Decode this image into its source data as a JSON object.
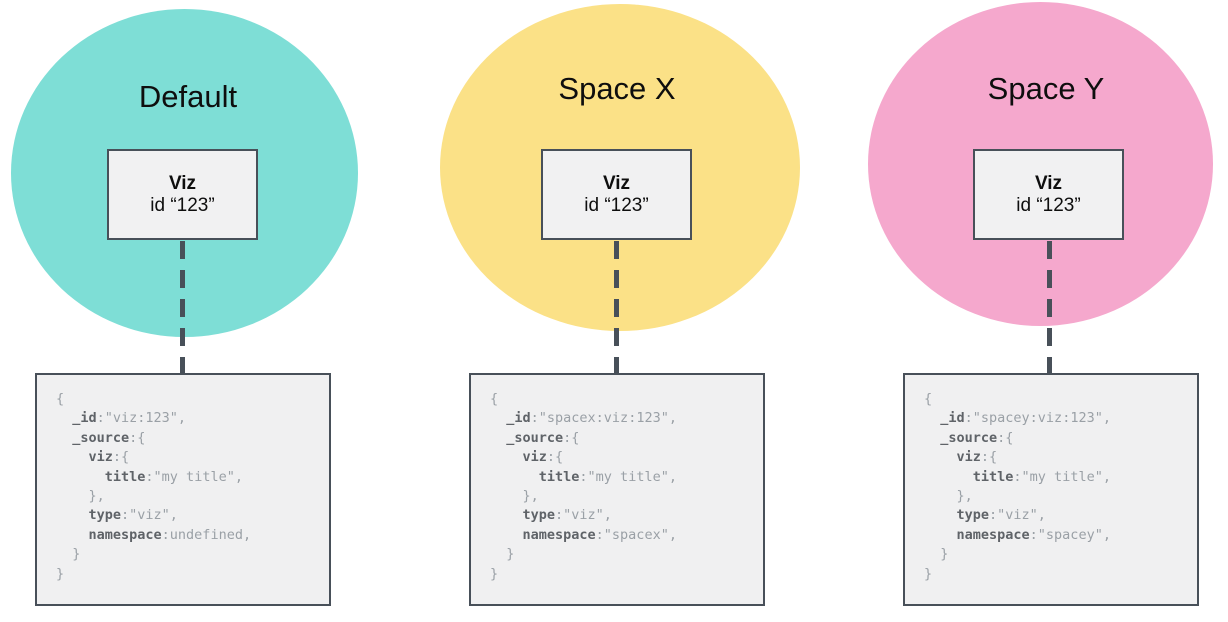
{
  "diagram": {
    "colors": {
      "default_circle": "#7EDED6",
      "spacex_circle": "#FBE187",
      "spacey_circle": "#F5A8CD",
      "border_slate": "#485059",
      "node_fill": "#f1f1f2",
      "code_fill": "#f0f0f1",
      "code_key": "#5f6368",
      "code_value": "#9aa0a6"
    },
    "columns": [
      {
        "title": "Default",
        "circle_color": "#7EDED6",
        "viz_box": {
          "title": "Viz",
          "id_label": "id “123”"
        },
        "code_lines": [
          [
            {
              "t": "{",
              "k": false
            }
          ],
          [
            {
              "t": "  ",
              "k": false
            },
            {
              "t": "_id",
              "k": true
            },
            {
              "t": ":\"viz:123\",",
              "k": false
            }
          ],
          [
            {
              "t": "  ",
              "k": false
            },
            {
              "t": "_source",
              "k": true
            },
            {
              "t": ":{",
              "k": false
            }
          ],
          [
            {
              "t": "    ",
              "k": false
            },
            {
              "t": "viz",
              "k": true
            },
            {
              "t": ":{",
              "k": false
            }
          ],
          [
            {
              "t": "      ",
              "k": false
            },
            {
              "t": "title",
              "k": true
            },
            {
              "t": ":\"my title\",",
              "k": false
            }
          ],
          [
            {
              "t": "    },",
              "k": false
            }
          ],
          [
            {
              "t": "    ",
              "k": false
            },
            {
              "t": "type",
              "k": true
            },
            {
              "t": ":\"viz\",",
              "k": false
            }
          ],
          [
            {
              "t": "    ",
              "k": false
            },
            {
              "t": "namespace",
              "k": true
            },
            {
              "t": ":undefined,",
              "k": false
            }
          ],
          [
            {
              "t": "  }",
              "k": false
            }
          ],
          [
            {
              "t": "}",
              "k": false
            }
          ]
        ]
      },
      {
        "title": "Space X",
        "circle_color": "#FBE187",
        "viz_box": {
          "title": "Viz",
          "id_label": "id “123”"
        },
        "code_lines": [
          [
            {
              "t": "{",
              "k": false
            }
          ],
          [
            {
              "t": "  ",
              "k": false
            },
            {
              "t": "_id",
              "k": true
            },
            {
              "t": ":\"spacex:viz:123\",",
              "k": false
            }
          ],
          [
            {
              "t": "  ",
              "k": false
            },
            {
              "t": "_source",
              "k": true
            },
            {
              "t": ":{",
              "k": false
            }
          ],
          [
            {
              "t": "    ",
              "k": false
            },
            {
              "t": "viz",
              "k": true
            },
            {
              "t": ":{",
              "k": false
            }
          ],
          [
            {
              "t": "      ",
              "k": false
            },
            {
              "t": "title",
              "k": true
            },
            {
              "t": ":\"my title\",",
              "k": false
            }
          ],
          [
            {
              "t": "    },",
              "k": false
            }
          ],
          [
            {
              "t": "    ",
              "k": false
            },
            {
              "t": "type",
              "k": true
            },
            {
              "t": ":\"viz\",",
              "k": false
            }
          ],
          [
            {
              "t": "    ",
              "k": false
            },
            {
              "t": "namespace",
              "k": true
            },
            {
              "t": ":\"spacex\",",
              "k": false
            }
          ],
          [
            {
              "t": "  }",
              "k": false
            }
          ],
          [
            {
              "t": "}",
              "k": false
            }
          ]
        ]
      },
      {
        "title": "Space Y",
        "circle_color": "#F5A8CD",
        "viz_box": {
          "title": "Viz",
          "id_label": "id “123”"
        },
        "code_lines": [
          [
            {
              "t": "{",
              "k": false
            }
          ],
          [
            {
              "t": "  ",
              "k": false
            },
            {
              "t": "_id",
              "k": true
            },
            {
              "t": ":\"spacey:viz:123\",",
              "k": false
            }
          ],
          [
            {
              "t": "  ",
              "k": false
            },
            {
              "t": "_source",
              "k": true
            },
            {
              "t": ":{",
              "k": false
            }
          ],
          [
            {
              "t": "    ",
              "k": false
            },
            {
              "t": "viz",
              "k": true
            },
            {
              "t": ":{",
              "k": false
            }
          ],
          [
            {
              "t": "      ",
              "k": false
            },
            {
              "t": "title",
              "k": true
            },
            {
              "t": ":\"my title\",",
              "k": false
            }
          ],
          [
            {
              "t": "    },",
              "k": false
            }
          ],
          [
            {
              "t": "    ",
              "k": false
            },
            {
              "t": "type",
              "k": true
            },
            {
              "t": ":\"viz\",",
              "k": false
            }
          ],
          [
            {
              "t": "    ",
              "k": false
            },
            {
              "t": "namespace",
              "k": true
            },
            {
              "t": ":\"spacey\",",
              "k": false
            }
          ],
          [
            {
              "t": "  }",
              "k": false
            }
          ],
          [
            {
              "t": "}",
              "k": false
            }
          ]
        ]
      }
    ]
  }
}
